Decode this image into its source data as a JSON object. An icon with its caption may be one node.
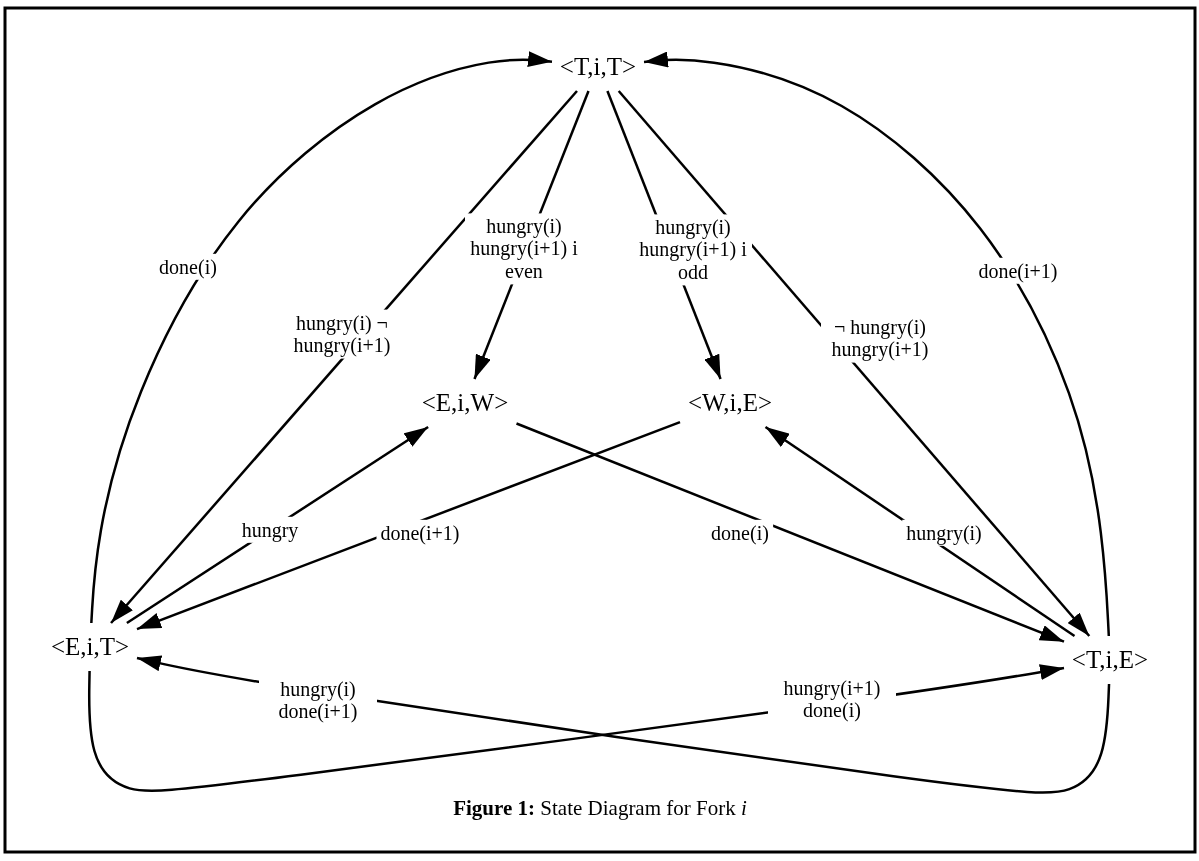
{
  "diagram": {
    "caption": "**Figure 1:** State Diagram for Fork *i*",
    "nodes": [
      {
        "text": [
          "<T,i,T>"
        ]
      },
      {
        "text": [
          "<E,i,W>"
        ]
      },
      {
        "text": [
          "<W,i,E>"
        ]
      },
      {
        "text": [
          "<E,i,T>"
        ]
      },
      {
        "text": [
          "<T,i,E>"
        ]
      }
    ],
    "edges": [
      {
        "from": 3,
        "to": 0,
        "arrow": "to",
        "label": "done(i)"
      },
      {
        "from": 4,
        "to": 0,
        "arrow": "to",
        "label": "done(i+1)"
      },
      {
        "from": 0,
        "to": 3,
        "arrow": "to",
        "label": "hungry(i) ¬ hungry(i+1)"
      },
      {
        "from": 0,
        "to": 1,
        "arrow": "to",
        "label": "hungry(i) hungry(i+1) i even"
      },
      {
        "from": 0,
        "to": 2,
        "arrow": "to",
        "label": "hungry(i) hungry(i+1) i odd"
      },
      {
        "from": 0,
        "to": 4,
        "arrow": "to",
        "label": "¬ hungry(i) hungry(i+1)"
      },
      {
        "from": 3,
        "to": 1,
        "arrow": "to",
        "label": "hungry"
      },
      {
        "from": 2,
        "to": 3,
        "arrow": "to",
        "label": "done(i+1)"
      },
      {
        "from": 1,
        "to": 4,
        "arrow": "to",
        "label": "done(i)"
      },
      {
        "from": 4,
        "to": 2,
        "arrow": "to",
        "label": "hungry(i)"
      },
      {
        "from": 4,
        "to": 3,
        "arrow": "to",
        "label": "hungry(i) done(i+1)"
      },
      {
        "from": 3,
        "to": 4,
        "arrow": "to",
        "label": "hungry(i+1) done(i)"
      }
    ]
  }
}
